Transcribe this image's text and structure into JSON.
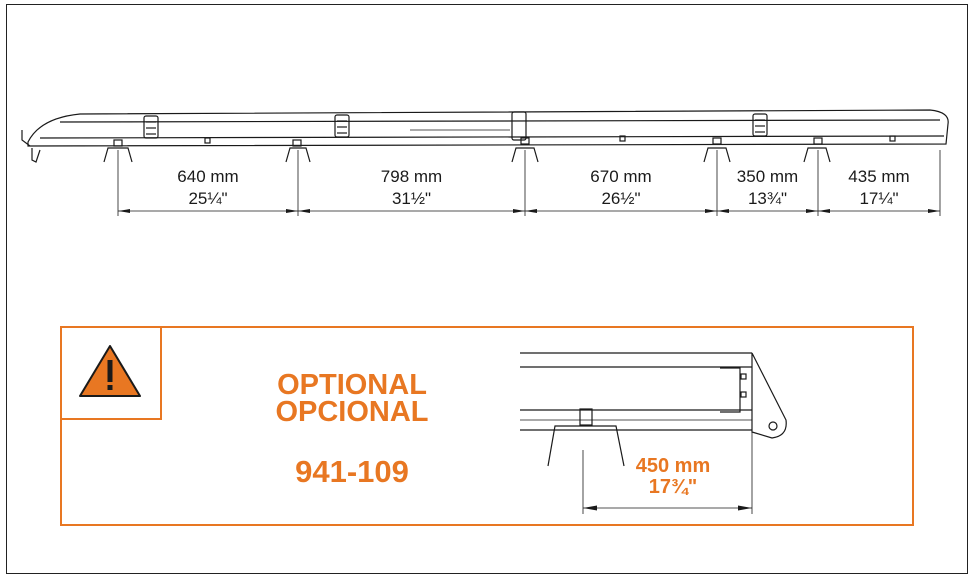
{
  "colors": {
    "accent": "#e87722",
    "line": "#1a1a1a"
  },
  "dimensions": [
    {
      "mm": "640 mm",
      "inch": "25¼\""
    },
    {
      "mm": "798 mm",
      "inch": "31½\""
    },
    {
      "mm": "670 mm",
      "inch": "26½\""
    },
    {
      "mm": "350 mm",
      "inch": "13¾\""
    },
    {
      "mm": "435 mm",
      "inch": "17¼\""
    }
  ],
  "optional": {
    "icon": "warning-triangle-icon",
    "title_en": "OPTIONAL",
    "title_es": "OPCIONAL",
    "part_number": "941-109",
    "dim_mm": "450 mm",
    "dim_inch": "17¾\""
  }
}
